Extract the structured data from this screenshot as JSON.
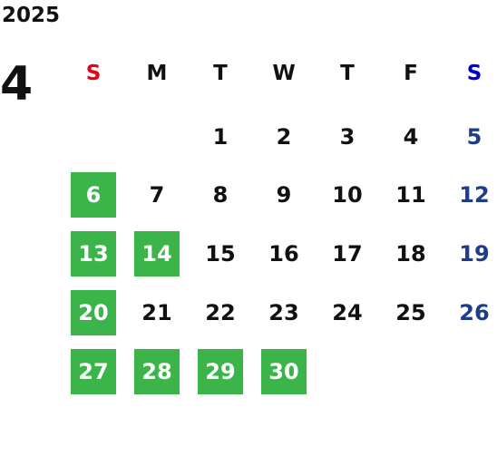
{
  "calendar": {
    "year": "2025",
    "month": "4",
    "weekdays": [
      "S",
      "M",
      "T",
      "W",
      "T",
      "F",
      "S"
    ],
    "weeks": [
      [
        {
          "day": "",
          "holiday": false
        },
        {
          "day": "",
          "holiday": false
        },
        {
          "day": "1",
          "holiday": false
        },
        {
          "day": "2",
          "holiday": false
        },
        {
          "day": "3",
          "holiday": false
        },
        {
          "day": "4",
          "holiday": false
        },
        {
          "day": "5",
          "holiday": false
        }
      ],
      [
        {
          "day": "6",
          "holiday": true
        },
        {
          "day": "7",
          "holiday": false
        },
        {
          "day": "8",
          "holiday": false
        },
        {
          "day": "9",
          "holiday": false
        },
        {
          "day": "10",
          "holiday": false
        },
        {
          "day": "11",
          "holiday": false
        },
        {
          "day": "12",
          "holiday": false
        }
      ],
      [
        {
          "day": "13",
          "holiday": true
        },
        {
          "day": "14",
          "holiday": true
        },
        {
          "day": "15",
          "holiday": false
        },
        {
          "day": "16",
          "holiday": false
        },
        {
          "day": "17",
          "holiday": false
        },
        {
          "day": "18",
          "holiday": false
        },
        {
          "day": "19",
          "holiday": false
        }
      ],
      [
        {
          "day": "20",
          "holiday": true
        },
        {
          "day": "21",
          "holiday": false
        },
        {
          "day": "22",
          "holiday": false
        },
        {
          "day": "23",
          "holiday": false
        },
        {
          "day": "24",
          "holiday": false
        },
        {
          "day": "25",
          "holiday": false
        },
        {
          "day": "26",
          "holiday": false
        }
      ],
      [
        {
          "day": "27",
          "holiday": true
        },
        {
          "day": "28",
          "holiday": true
        },
        {
          "day": "29",
          "holiday": true
        },
        {
          "day": "30",
          "holiday": true
        },
        {
          "day": "",
          "holiday": false
        },
        {
          "day": "",
          "holiday": false
        },
        {
          "day": "",
          "holiday": false
        }
      ]
    ]
  },
  "colors": {
    "holiday_bg": "#3bb54a",
    "sunday_label": "#e60012",
    "saturday_label": "#0000cc",
    "saturday_day": "#1f3c88"
  }
}
